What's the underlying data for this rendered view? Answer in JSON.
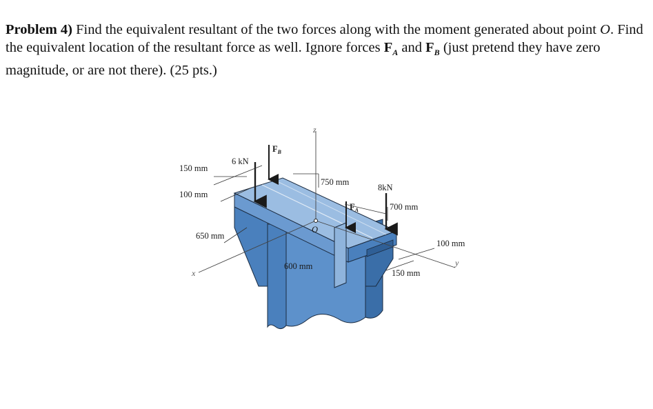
{
  "problem": {
    "number_label": "Problem 4)",
    "text_part1": " Find the equivalent resultant of the two forces along with the moment generated about point ",
    "point_symbol": "O",
    "text_part2": ". Find the equivalent location of the resultant force as well. Ignore forces ",
    "force_a_symbol": "F",
    "force_a_sub": "A",
    "and_word": " and ",
    "force_b_symbol": "F",
    "force_b_sub": "B",
    "text_part3": " (just pretend they have zero magnitude, or are not there). (25 pts.)"
  },
  "figure": {
    "dim_150_left": "150 mm",
    "dim_100_left": "100 mm",
    "dim_650": "650 mm",
    "force_6kn": "6 kN",
    "force_fb": "F",
    "force_fb_sub": "B",
    "axis_z": "z",
    "dim_750": "750 mm",
    "force_8kn": "8kN",
    "force_fa": "F",
    "force_fa_sub": "A",
    "point_o": "O",
    "dim_700": "700 mm",
    "dim_100_right": "100 mm",
    "dim_600": "600 mm",
    "dim_150_right": "150 mm",
    "axis_x": "x",
    "axis_y": "y",
    "colors": {
      "beam_top": "#8fb4dc",
      "beam_front": "#4f86c2",
      "beam_dark": "#2f5f96",
      "outline": "#1b2b40"
    }
  }
}
